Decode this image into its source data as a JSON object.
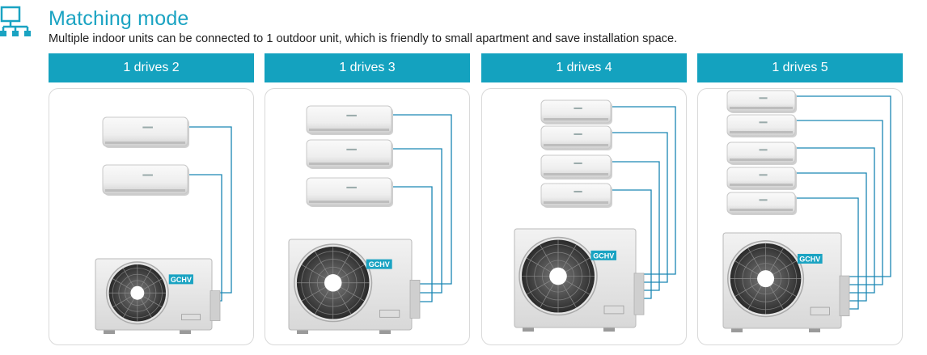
{
  "header": {
    "title": "Matching mode",
    "subtitle": "Multiple indoor units can be connected to 1 outdoor unit, which is friendly to small apartment and save installation space.",
    "icon": "network-icon",
    "accent_color": "#14a2bf"
  },
  "brand": "GCHV",
  "panels": [
    {
      "label": "1 drives 2",
      "indoor_units": 2
    },
    {
      "label": "1 drives 3",
      "indoor_units": 3
    },
    {
      "label": "1 drives 4",
      "indoor_units": 4
    },
    {
      "label": "1 drives 5",
      "indoor_units": 5
    }
  ]
}
